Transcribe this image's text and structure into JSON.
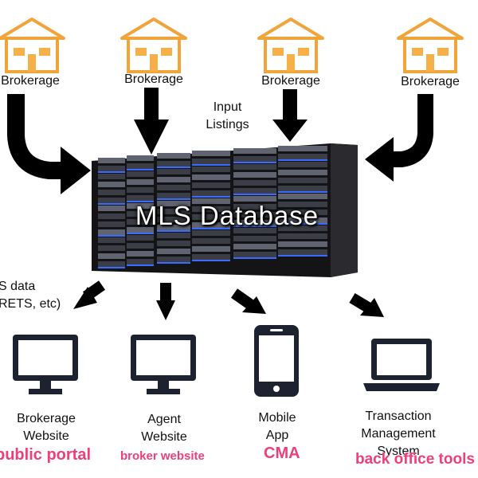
{
  "brokerages": [
    {
      "label": "Brokerage"
    },
    {
      "label": "Brokerage"
    },
    {
      "label": "Brokerage"
    },
    {
      "label": "Brokerage"
    }
  ],
  "input_label": "Input\nListings",
  "database_label": "MLS Database",
  "data_feed_label": "S data\nRETS, etc)",
  "outputs": [
    {
      "label": "Brokerage\nWebsite",
      "tag": "public portal",
      "icon": "desktop-monitor-icon"
    },
    {
      "label": "Agent\nWebsite",
      "tag": "broker website",
      "icon": "desktop-monitor-icon"
    },
    {
      "label": "Mobile\nApp",
      "tag": "CMA",
      "icon": "smartphone-icon"
    },
    {
      "label": "Transaction\nManagement\nSystem",
      "tag": "back office tools",
      "icon": "laptop-icon"
    }
  ],
  "colors": {
    "house_stroke": "#f1a43a",
    "house_window": "#f6b04a",
    "arrow": "#000000",
    "tag_pink": "#ec3f7c",
    "server_body": "#1c1c1e",
    "server_led": "#3a6cff"
  }
}
